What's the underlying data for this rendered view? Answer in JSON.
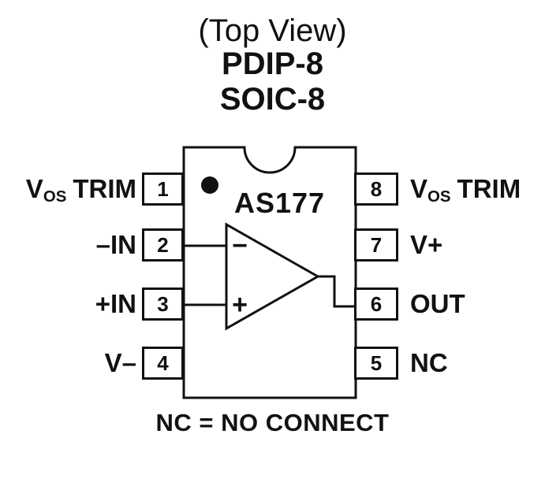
{
  "header": {
    "line1": "(Top View)",
    "line2": "PDIP-8",
    "line3": "SOIC-8"
  },
  "chip": {
    "part_number": "AS177",
    "package_pins": 8,
    "opamp": {
      "inverting_symbol": "−",
      "noninverting_symbol": "+"
    }
  },
  "pins": {
    "left": [
      {
        "number": "1",
        "label_main": "V",
        "label_sub": "OS",
        "label_rest": "TRIM"
      },
      {
        "number": "2",
        "label": "–IN"
      },
      {
        "number": "3",
        "label": "+IN"
      },
      {
        "number": "4",
        "label": "V–"
      }
    ],
    "right": [
      {
        "number": "8",
        "label_main": "V",
        "label_sub": "OS",
        "label_rest": "TRIM"
      },
      {
        "number": "7",
        "label": "V+"
      },
      {
        "number": "6",
        "label": "OUT"
      },
      {
        "number": "5",
        "label": "NC"
      }
    ]
  },
  "footer": {
    "note": "NC = NO CONNECT"
  },
  "colors": {
    "ink": "#111111",
    "background": "#ffffff"
  }
}
